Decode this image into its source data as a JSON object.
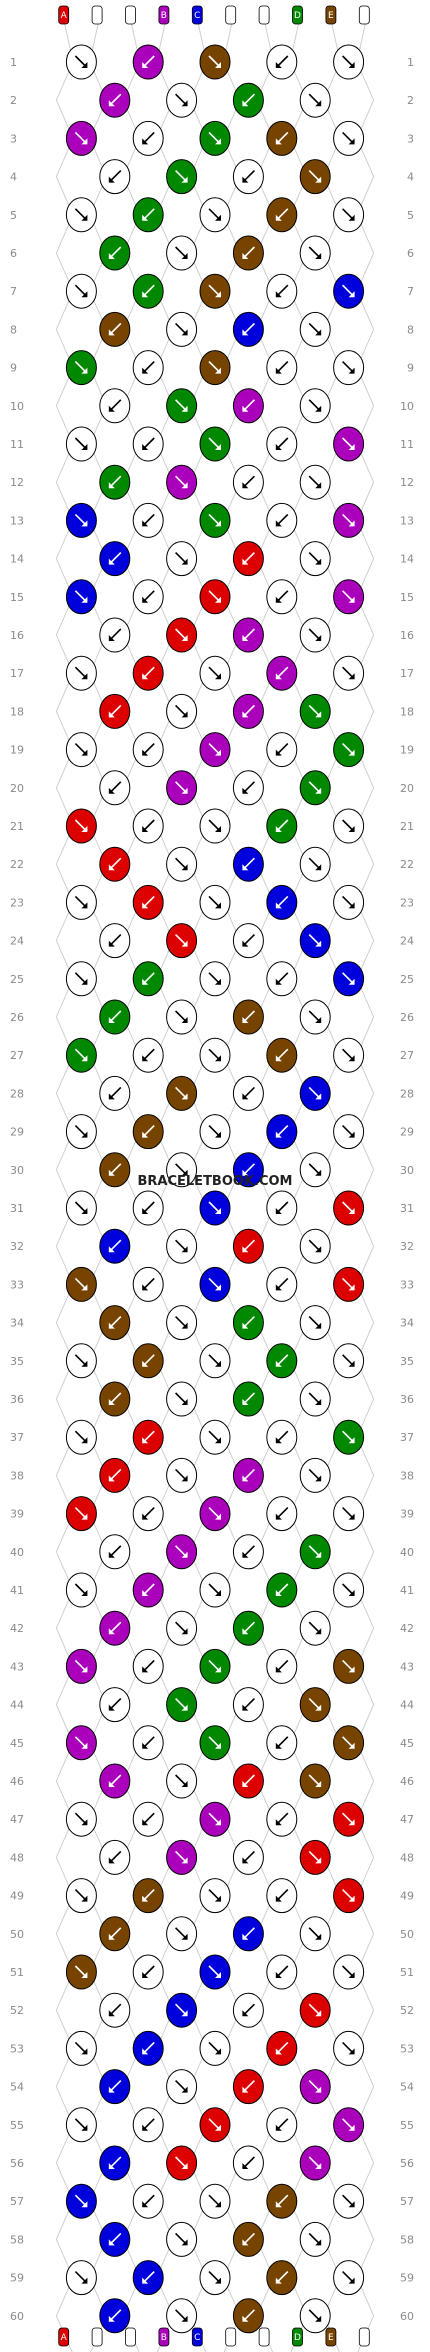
{
  "watermark": "BRACELETBOOK.COM",
  "strands": [
    {
      "letter": "A",
      "color": "#dd0000"
    },
    {
      "letter": "F",
      "color": "#ffffff"
    },
    {
      "letter": "F",
      "color": "#ffffff"
    },
    {
      "letter": "B",
      "color": "#aa00bb"
    },
    {
      "letter": "C",
      "color": "#0000dd"
    },
    {
      "letter": "F",
      "color": "#ffffff"
    },
    {
      "letter": "F",
      "color": "#ffffff"
    },
    {
      "letter": "D",
      "color": "#008800"
    },
    {
      "letter": "E",
      "color": "#774400"
    },
    {
      "letter": "F",
      "color": "#ffffff"
    }
  ],
  "row_count": 60,
  "palette": {
    "A": "#dd0000",
    "B": "#aa00bb",
    "C": "#0000dd",
    "D": "#008800",
    "E": "#774400",
    "F": "#ffffff"
  },
  "knots": [
    [
      "F",
      "B",
      "E"
    ],
    [
      "B",
      "F",
      "D",
      "F"
    ],
    [
      "B",
      "F",
      "D",
      "E",
      "F"
    ],
    [
      "F",
      "D",
      "F",
      "E"
    ],
    [
      "F",
      "D",
      "F",
      "E",
      "F"
    ],
    [
      "D",
      "F",
      "E",
      "F"
    ],
    [
      "F",
      "D",
      "E",
      "F",
      "C"
    ],
    [
      "E",
      "F",
      "C"
    ],
    [
      "D",
      "F",
      "E",
      "F",
      "F"
    ],
    [
      "F",
      "D",
      "B",
      "F"
    ],
    [
      "F",
      "F",
      "D",
      "F",
      "B",
      "F"
    ],
    [
      "D",
      "B",
      "F"
    ],
    [
      "C",
      "F",
      "D",
      "F",
      "B"
    ],
    [
      "C",
      "F",
      "A",
      "F"
    ],
    [
      "C",
      "F",
      "A",
      "F",
      "B",
      "F"
    ],
    [
      "F",
      "A",
      "B",
      "F"
    ],
    [
      "F",
      "A",
      "F",
      "B",
      "F"
    ],
    [
      "A",
      "F",
      "B",
      "D"
    ],
    [
      "F",
      "F",
      "B",
      "F",
      "D",
      "F"
    ],
    [
      "F",
      "B",
      "F",
      "D"
    ],
    [
      "A",
      "F",
      "F",
      "D",
      "F"
    ],
    [
      "A",
      "F",
      "C",
      "F"
    ],
    [
      "F",
      "A",
      "F",
      "C",
      "F"
    ],
    [
      "F",
      "A",
      "F",
      "C"
    ],
    [
      "F",
      "D",
      "F",
      "F",
      "C"
    ],
    [
      "D",
      "F",
      "E",
      "F"
    ],
    [
      "D",
      "F",
      "F",
      "E",
      "F"
    ],
    [
      "F",
      "E",
      "F",
      "C"
    ],
    [
      "F",
      "E",
      "F",
      "C",
      "F"
    ],
    [
      "E",
      "F",
      "C",
      "F"
    ],
    [
      "F",
      "F",
      "C",
      "F",
      "A"
    ],
    [
      "C",
      "F",
      "A"
    ],
    [
      "E",
      "F",
      "C",
      "F",
      "A"
    ],
    [
      "E",
      "F",
      "D",
      "F"
    ],
    [
      "F",
      "E",
      "F",
      "D",
      "F"
    ],
    [
      "E",
      "F",
      "D"
    ],
    [
      "F",
      "A",
      "F",
      "F",
      "D"
    ],
    [
      "A",
      "F",
      "B",
      "F"
    ],
    [
      "A",
      "F",
      "B",
      "F",
      "F"
    ],
    [
      "F",
      "B",
      "F",
      "D"
    ],
    [
      "F",
      "B",
      "F",
      "D",
      "F"
    ],
    [
      "B",
      "F",
      "D",
      "F"
    ],
    [
      "B",
      "F",
      "D",
      "F",
      "E"
    ],
    [
      "F",
      "D",
      "F",
      "E"
    ],
    [
      "B",
      "F",
      "D",
      "F",
      "E"
    ],
    [
      "B",
      "F",
      "A",
      "E"
    ],
    [
      "F",
      "F",
      "B",
      "F",
      "A",
      "F"
    ],
    [
      "F",
      "B",
      "F",
      "A"
    ],
    [
      "F",
      "E",
      "F",
      "F",
      "A"
    ],
    [
      "E",
      "F",
      "C",
      "F"
    ],
    [
      "E",
      "F",
      "C",
      "F",
      "F"
    ],
    [
      "F",
      "C",
      "F",
      "A"
    ],
    [
      "F",
      "C",
      "F",
      "A",
      "F"
    ],
    [
      "C",
      "F",
      "A",
      "B"
    ],
    [
      "F",
      "F",
      "A",
      "F",
      "B"
    ],
    [
      "C",
      "A",
      "F",
      "B"
    ],
    [
      "C",
      "F",
      "F",
      "E",
      "F"
    ],
    [
      "C",
      "F",
      "E"
    ],
    [
      "F",
      "C",
      "F",
      "E",
      "F"
    ],
    [
      "C",
      "F",
      "E"
    ]
  ]
}
